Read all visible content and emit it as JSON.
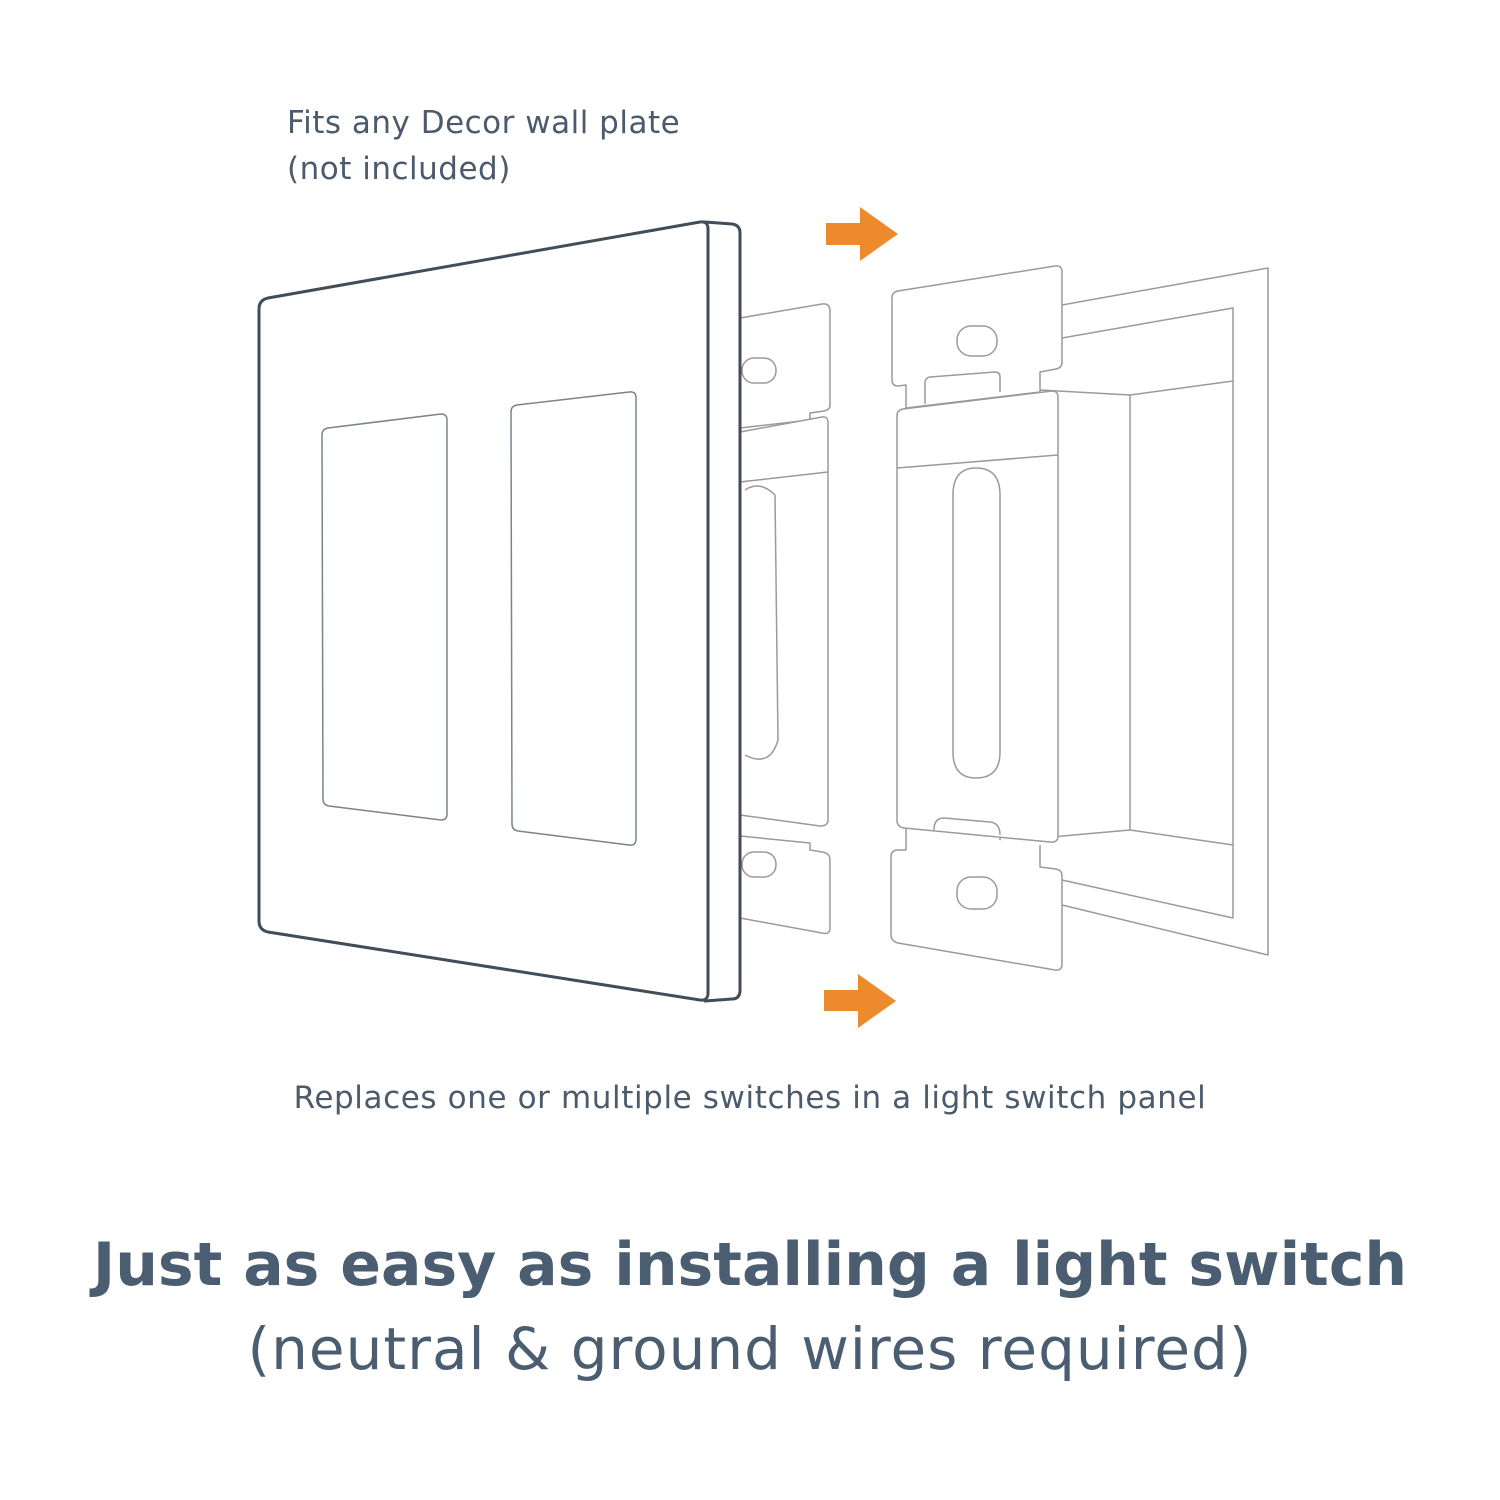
{
  "note": {
    "line1": "Fits any Decor wall plate",
    "line2": "(not included)"
  },
  "caption": "Replaces one or multiple switches in a light switch panel",
  "headline": "Just as easy as installing a light switch",
  "subheadline": "(neutral & ground wires required)",
  "colors": {
    "arrow": "#ee8a2e",
    "plate_outline": "#414d59",
    "switch_outline": "#9a9a9a",
    "text": "#4b5b6c"
  }
}
